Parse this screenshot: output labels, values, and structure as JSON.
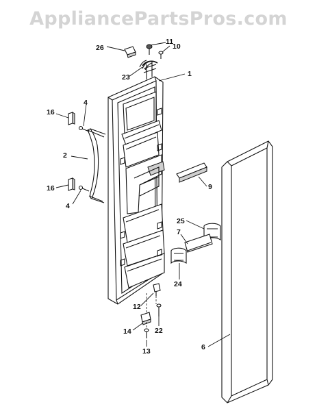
{
  "watermark": "AppliancePartsPros.com",
  "callouts": {
    "c1": "1",
    "c2": "2",
    "c4a": "4",
    "c4b": "4",
    "c6": "6",
    "c7": "7",
    "c9": "9",
    "c10": "10",
    "c11": "11",
    "c12": "12",
    "c13": "13",
    "c14": "14",
    "c16a": "16",
    "c16b": "16",
    "c22": "22",
    "c23": "23",
    "c24": "24",
    "c25": "25",
    "c26": "26"
  },
  "colors": {
    "line": "#111111",
    "watermark": "#d4d4d4",
    "background": "#ffffff"
  }
}
